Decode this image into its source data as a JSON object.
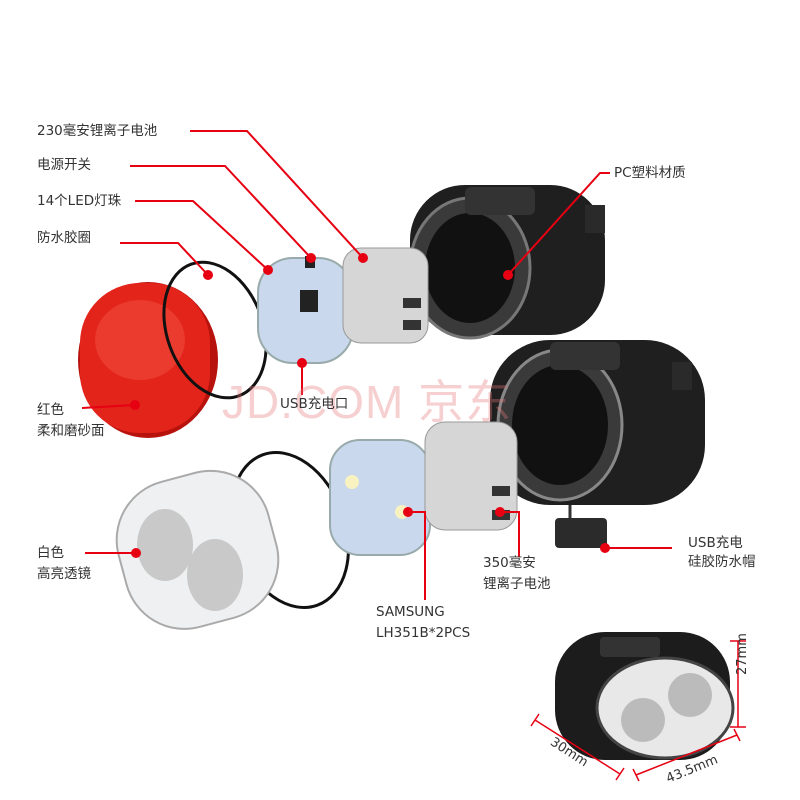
{
  "labels": {
    "battery_230": "230毫安锂离子电池",
    "power_switch": "电源开关",
    "led_14": "14个LED灯珠",
    "gasket": "防水胶圈",
    "pc_material": "PC塑料材质",
    "usb_port": "USB充电口",
    "red_line1": "红色",
    "red_line2": "柔和磨砂面",
    "white_line1": "白色",
    "white_line2": "高亮透镜",
    "samsung_line1": "SAMSUNG",
    "samsung_line2": "LH351B*2PCS",
    "battery350_line1": "350毫安",
    "battery350_line2": "锂离子电池",
    "usb_cap_line1": "USB充电",
    "usb_cap_line2": "硅胶防水帽"
  },
  "dimensions": {
    "height": "27mm",
    "depth": "30mm",
    "width": "43.5mm"
  },
  "watermark": "JD.COM 京东",
  "colors": {
    "leader": "#e60012",
    "housing": "#222222",
    "red_lens": "#e3241b"
  }
}
